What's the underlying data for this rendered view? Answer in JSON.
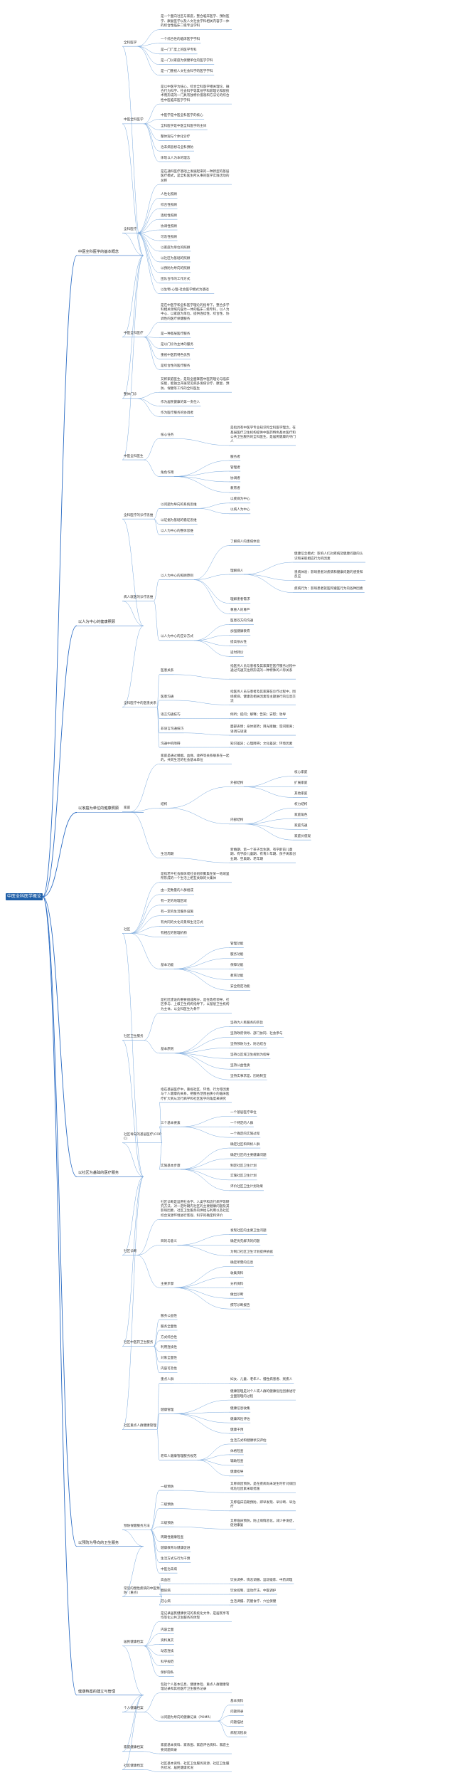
{
  "mindmap": {
    "root": "中医全科医学概论",
    "sections": [
      {
        "title": "中医全科医学的基本概念",
        "children": [
          {
            "title": "全科医学",
            "children": [
              {
                "title": "是一个面向社区与家庭，整合临床医学、预防医学、康复医学以及人文社会学科相关内容于一体的综合性临床二级专业学科"
              },
              {
                "title": "一个综合性的临床医学学科"
              },
              {
                "title": "是一门广度上的医学专科"
              },
              {
                "title": "是一门以家庭为保健单位的医学学科"
              },
              {
                "title": "是一门重视人文社会科学的医学学科"
              }
            ]
          },
          {
            "title": "中医全科医学",
            "children": [
              {
                "title": "是以中医学为核心，综合全科医学相关理论、融合行为科学、社会科学等其他学科新理论和新技术而形成的一门具有独特价值观和方法论的综合性中医临床医学学科"
              },
              {
                "title": "中医学是中医全科医学的核心"
              },
              {
                "title": "全科医学是中医全科医学的主体"
              },
              {
                "title": "整体观与个体化诊疗"
              },
              {
                "title": "治未病思想与全科预防"
              },
              {
                "title": "体现以人为本的理念"
              }
            ]
          },
          {
            "title": "全科医疗",
            "children": [
              {
                "title": "是在通科医疗基础上发展起来的一种新型的基层医疗模式，是全科医生所从事的医学实践活动的总称"
              },
              {
                "title": "人性化照顾"
              },
              {
                "title": "综合性照顾"
              },
              {
                "title": "连续性照顾"
              },
              {
                "title": "协调性照顾"
              },
              {
                "title": "可及性照顾"
              },
              {
                "title": "以家庭为单位的照顾"
              },
              {
                "title": "以社区为基础的照顾"
              },
              {
                "title": "以预防为导向的照顾"
              },
              {
                "title": "团队合作的工作方式"
              },
              {
                "title": "以生物-心理-社会医学模式为基础"
              }
            ]
          },
          {
            "title": "中医全科医疗",
            "children": [
              {
                "title": "是在中医学和全科医学理论的指导下，整合多学科相关领域内容为一体的临床二级专科，以人为中心、以家庭为单位，提供连续性、综合性、协调性的医疗保健服务"
              },
              {
                "title": "是一种基层医疗服务"
              },
              {
                "title": "是以门诊为主体的服务"
              },
              {
                "title": "重视中医药特色优势"
              },
              {
                "title": "是综合性的医疗服务"
              }
            ]
          },
          {
            "title": "整体门诊",
            "children": [
              {
                "title": "又称家庭医生，是较全面掌握中医药理论与临床技能，能独立开展常见病多发病诊疗、康复、预防、保健等工作的全科医生"
              },
              {
                "title": "作为居民健康的第一责任人"
              },
              {
                "title": "作为医疗服务的协调者"
              }
            ]
          },
          {
            "title": "中医全科医生",
            "children": [
              {
                "title": "核心任务",
                "children": [
                  {
                    "title": "是指具有中医学专业知识和全科医学理念，在基层医疗卫生机构提供中医药特色基本医疗和公共卫生服务的全科医生，是居民健康的守门人"
                  }
                ]
              },
              {
                "title": "角色作用",
                "children": [
                  {
                    "title": "服务者"
                  },
                  {
                    "title": "管理者"
                  },
                  {
                    "title": "协调者"
                  },
                  {
                    "title": "教育者"
                  }
                ]
              }
            ]
          }
        ]
      },
      {
        "title": "以人为中心的健康照顾",
        "children": [
          {
            "title": "全科医疗的诊疗思维",
            "children": [
              {
                "title": "以问题为导向的系统思维",
                "children": [
                  {
                    "title": "以疾病为中心"
                  },
                  {
                    "title": "以病人为中心"
                  }
                ]
              },
              {
                "title": "以证据为基础的循证思维"
              },
              {
                "title": "以人为中心的整体思维"
              }
            ]
          },
          {
            "title": "病人就医的诊疗思维",
            "children": [
              {
                "title": "以人为中心的照顾原则",
                "children": [
                  {
                    "title": "了解病人的患病体验"
                  },
                  {
                    "title": "理解病人",
                    "children": [
                      {
                        "title": "健康信念模式：影响人们对疾病及健康问题的认识和采取相应行为的因素"
                      },
                      {
                        "title": "患病体验：影响患者对疾病和健康问题的感受和反应"
                      },
                      {
                        "title": "疾病行为：影响患者就医和遵医行为的各种因素"
                      }
                    ]
                  },
                  {
                    "title": "理解患者需求"
                  },
                  {
                    "title": "尊重人的尊严"
                  }
                ]
              },
              {
                "title": "以人为中心的应诊方式",
                "children": [
                  {
                    "title": "医患双方的沟通"
                  },
                  {
                    "title": "加强健康教育"
                  },
                  {
                    "title": "提高依从性"
                  },
                  {
                    "title": "适时转诊"
                  }
                ]
              }
            ]
          },
          {
            "title": "全科医疗中的医患关系",
            "children": [
              {
                "title": "医患关系",
                "children": [
                  {
                    "title": "指医务人员与患者及其家属在医疗服务过程中通过沟通交往所形成的一种特殊的人际关系"
                  }
                ]
              },
              {
                "title": "医患沟通",
                "children": [
                  {
                    "title": "指医务人员与患者及其家属在诊疗过程中，围绕疾病、健康及相关因素等主题进行的信息交流"
                  }
                ]
              },
              {
                "title": "语言沟通技巧",
                "children": [
                  {
                    "title": "倾听；提问；解释；告知；安慰；劝导"
                  }
                ]
              },
              {
                "title": "非语言沟通技巧",
                "children": [
                  {
                    "title": "面部表情；身体姿势；目光接触；空间距离；语调与语速"
                  }
                ]
              },
              {
                "title": "沟通中的障碍",
                "children": [
                  {
                    "title": "知识差异；心理障碍；文化差异；环境因素"
                  }
                ]
              }
            ]
          }
        ]
      },
      {
        "title": "以家庭为单位的健康照顾",
        "children": [
          {
            "title": "家庭",
            "children": [
              {
                "title": "家庭是通过婚姻、血缘、收养等关系联系在一起的，共同生活的社会基本单位"
              },
              {
                "title": "结构",
                "children": [
                  {
                    "title": "外部结构",
                    "children": [
                      {
                        "title": "核心家庭"
                      },
                      {
                        "title": "扩展家庭"
                      },
                      {
                        "title": "其他家庭"
                      }
                    ]
                  },
                  {
                    "title": "内部结构",
                    "children": [
                      {
                        "title": "权力结构"
                      },
                      {
                        "title": "家庭角色"
                      },
                      {
                        "title": "家庭沟通"
                      },
                      {
                        "title": "家庭价值观"
                      }
                    ]
                  }
                ]
              },
              {
                "title": "生活周期",
                "children": [
                  {
                    "title": "新婚期、第一个孩子出生期、有学龄前儿童期、有学龄儿童期、有青少年期、孩子离家创业期、空巢期、老年期"
                  }
                ]
              }
            ]
          }
        ]
      },
      {
        "title": "以社区为基础的医疗服务",
        "children": [
          {
            "title": "社区",
            "children": [
              {
                "title": "是指若干社会群体或社会组织聚集在某一地域里所形成的一个生活上相互关联的大集体"
              },
              {
                "title": "由一定数量的人群组成"
              },
              {
                "title": "有一定的地理区域"
              },
              {
                "title": "有一定的生活服务设施"
              },
              {
                "title": "有共同的文化背景和生活方式"
              },
              {
                "title": "有相应的管理机构"
              },
              {
                "title": "基本功能",
                "children": [
                  {
                    "title": "管理功能"
                  },
                  {
                    "title": "服务功能"
                  },
                  {
                    "title": "保障功能"
                  },
                  {
                    "title": "教育功能"
                  },
                  {
                    "title": "安全稳定功能"
                  }
                ]
              }
            ]
          },
          {
            "title": "社区卫生服务",
            "children": [
              {
                "title": "是社区建设的重要组成部分，是在政府领导、社区参与、上级卫生机构指导下，以基层卫生机构为主体，以全科医生为骨干"
              },
              {
                "title": "基本原则",
                "children": [
                  {
                    "title": "坚持为人民服务的宗旨"
                  },
                  {
                    "title": "坚持政府领导、部门协同、社会参与"
                  },
                  {
                    "title": "坚持预防为主、防治结合"
                  },
                  {
                    "title": "坚持以区域卫生规划为指导"
                  },
                  {
                    "title": "坚持公益性质"
                  },
                  {
                    "title": "坚持实事求是、因地制宜"
                  }
                ]
              }
            ]
          },
          {
            "title": "社区导向的基层医疗(COPC)",
            "children": [
              {
                "title": "指在基层医疗中，重视社区、环境、行为等因素与个人健康的关系，把服务范围由狭小的临床医疗扩大到从流行病学和社区医学的角度来研究"
              },
              {
                "title": "三个基本要素",
                "children": [
                  {
                    "title": "一个基层医疗单位"
                  },
                  {
                    "title": "一个特定的人群"
                  },
                  {
                    "title": "一个确定的实施过程"
                  }
                ]
              },
              {
                "title": "实施基本步骤",
                "children": [
                  {
                    "title": "确定社区和目标人群"
                  },
                  {
                    "title": "确定社区的主要健康问题"
                  },
                  {
                    "title": "制定社区卫生计划"
                  },
                  {
                    "title": "实施社区卫生计划"
                  },
                  {
                    "title": "评价社区卫生计划效果"
                  }
                ]
              }
            ]
          },
          {
            "title": "社区诊断",
            "children": [
              {
                "title": "社区诊断是运用社会学、人类学和流行病学等研究方法，对一定时期内社区的主要健康问题及其影响因素、社区卫生服务的供给与利用以及社区综合资源环境进行客观、科学的确定和评价"
              },
              {
                "title": "目的与意义",
                "children": [
                  {
                    "title": "发现社区的主要卫生问题"
                  },
                  {
                    "title": "确定优先解决的问题"
                  },
                  {
                    "title": "为制订社区卫生计划提供依据"
                  }
                ]
              },
              {
                "title": "主要步骤",
                "children": [
                  {
                    "title": "确定所需的信息"
                  },
                  {
                    "title": "收集资料"
                  },
                  {
                    "title": "分析资料"
                  },
                  {
                    "title": "做出诊断"
                  },
                  {
                    "title": "撰写诊断报告"
                  }
                ]
              }
            ]
          },
          {
            "title": "社区中医药卫生服务",
            "children": [
              {
                "title": "服务公益性"
              },
              {
                "title": "服务全面性"
              },
              {
                "title": "方式综合性"
              },
              {
                "title": "利用连续性"
              },
              {
                "title": "对象全面性"
              },
              {
                "title": "内容可及性"
              }
            ]
          },
          {
            "title": "社区重点人群健康管理",
            "children": [
              {
                "title": "重点人群",
                "children": [
                  {
                    "title": "妇女、儿童、老年人、慢性病患者、残疾人"
                  }
                ]
              },
              {
                "title": "健康管理",
                "children": [
                  {
                    "title": "健康管理是对个人或人群的健康危险因素进行全面管理的过程"
                  },
                  {
                    "title": "健康信息收集"
                  },
                  {
                    "title": "健康风险评估"
                  },
                  {
                    "title": "健康干预"
                  }
                ]
              },
              {
                "title": "老年人健康管理服务规范",
                "children": [
                  {
                    "title": "生活方式和健康状况评估"
                  },
                  {
                    "title": "体格检查"
                  },
                  {
                    "title": "辅助检查"
                  },
                  {
                    "title": "健康指导"
                  }
                ]
              }
            ]
          }
        ]
      },
      {
        "title": "以预防为导向的卫生服务",
        "children": [
          {
            "title": "预防保健服务方法",
            "children": [
              {
                "title": "一级预防",
                "children": [
                  {
                    "title": "又称病因预防，是在疾病尚未发生时针对病因或危险因素采取措施"
                  }
                ]
              },
              {
                "title": "二级预防",
                "children": [
                  {
                    "title": "又称临床前期预防，即早发现、早诊断、早治疗"
                  }
                ]
              },
              {
                "title": "三级预防",
                "children": [
                  {
                    "title": "又称临床预防，防止病情恶化，减少并发症，促进康复"
                  }
                ]
              },
              {
                "title": "周期性健康检查"
              },
              {
                "title": "健康教育与健康促进"
              },
              {
                "title": "生活方式与行为干预"
              },
              {
                "title": "中医治未病"
              }
            ]
          },
          {
            "title": "常见的慢性疾病的中医预防（重点）",
            "children": [
              {
                "title": "高血压",
                "children": [
                  {
                    "title": "饮食调养、情志调摄、运动锻炼、中药调理"
                  }
                ]
              },
              {
                "title": "糖尿病",
                "children": [
                  {
                    "title": "饮食控制、运动疗法、中医调护"
                  }
                ]
              },
              {
                "title": "冠心病",
                "children": [
                  {
                    "title": "生活调摄、药膳食疗、穴位保健"
                  }
                ]
              }
            ]
          }
        ]
      },
      {
        "title": "健康档案的建立与管理",
        "children": [
          {
            "title": "居民健康档案",
            "children": [
              {
                "title": "是记录居民健康状况的系统化文件，是居民享有均等化公共卫生服务的体现"
              },
              {
                "title": "内容全面"
              },
              {
                "title": "资料真实"
              },
              {
                "title": "动态连续"
              },
              {
                "title": "科学规范"
              },
              {
                "title": "保护隐私"
              }
            ]
          },
          {
            "title": "个人健康档案",
            "children": [
              {
                "title": "包括个人基本信息、健康体检、重点人群健康管理记录和其他医疗卫生服务记录"
              },
              {
                "title": "以问题为导向的健康记录（POMR）",
                "children": [
                  {
                    "title": "基本资料"
                  },
                  {
                    "title": "问题目录"
                  },
                  {
                    "title": "问题描述"
                  },
                  {
                    "title": "病程流程表"
                  }
                ]
              }
            ]
          },
          {
            "title": "家庭健康档案",
            "children": [
              {
                "title": "家庭基本资料、家系图、家庭评估资料、家庭主要问题目录"
              }
            ]
          },
          {
            "title": "社区健康档案",
            "children": [
              {
                "title": "社区基本资料、社区卫生服务资源、社区卫生服务状况、居民健康状况"
              }
            ]
          }
        ]
      }
    ]
  },
  "colors": {
    "root_fill": "#1f5fa8",
    "section_line": "#2b6cc4",
    "branch_line": "#7aa9dd",
    "text": "#333333"
  }
}
